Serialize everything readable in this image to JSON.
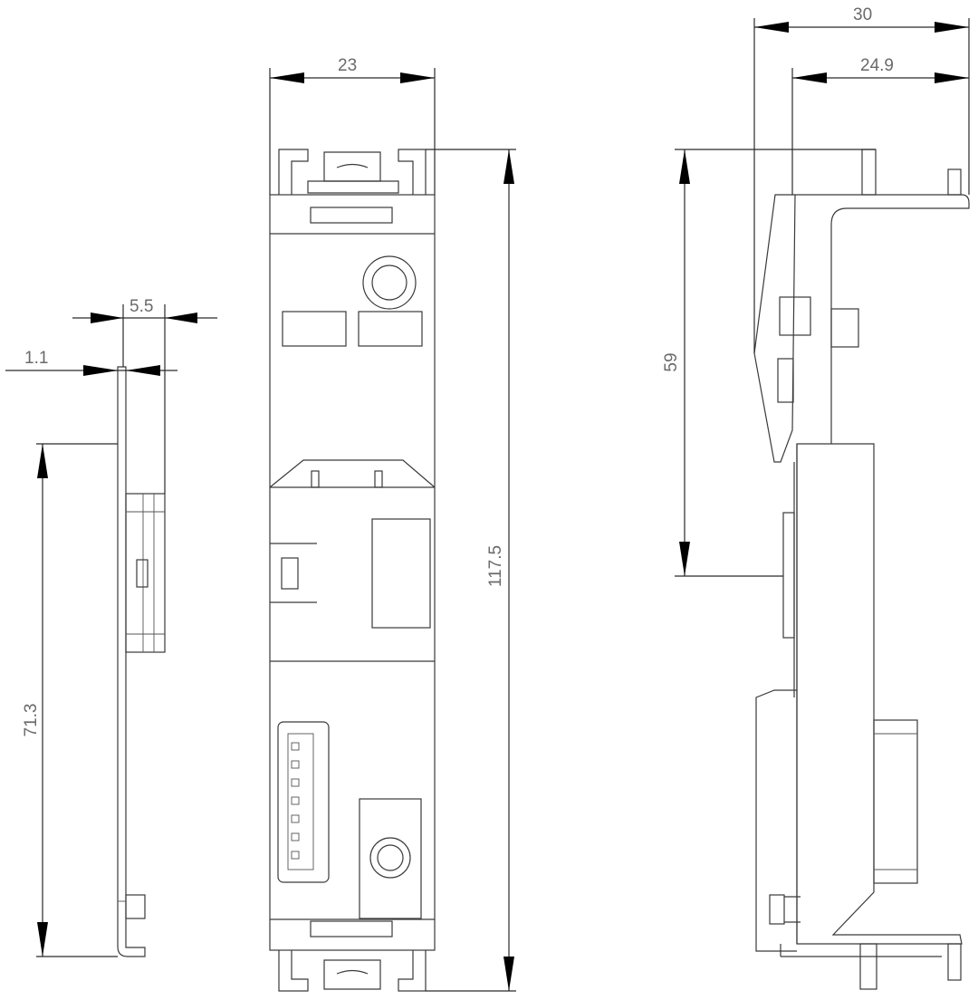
{
  "dimensions": {
    "front_width": "23",
    "front_height": "117.5",
    "side_left_thickness": "1.1",
    "side_left_depth": "5.5",
    "side_left_height": "71.3",
    "side_right_total_width": "30",
    "side_right_body_width": "24.9",
    "side_right_height": "59"
  }
}
